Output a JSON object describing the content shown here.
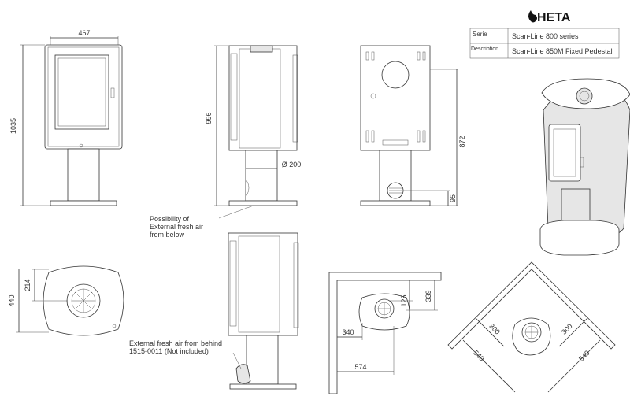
{
  "brand": {
    "name": "HETA"
  },
  "title_block": {
    "serie_label": "Serie",
    "serie_value": "Scan-Line 800 series",
    "description_label": "Description",
    "description_value": "Scan-Line 850M Fixed Pedestal"
  },
  "dimensions": {
    "width": "467",
    "height_total": "1035",
    "side_height": "996",
    "pipe_diameter": "Ø 200",
    "back_height": "872",
    "air_inlet_height": "95",
    "top_depth_half": "214",
    "top_depth": "440",
    "corner_back": "125",
    "corner_side": "339",
    "side_clear": "340",
    "front_clear": "574",
    "diag_a": "300",
    "diag_b": "300",
    "diag_c": "549",
    "diag_d": "549"
  },
  "notes": {
    "fresh_air_line1": "Possibility of",
    "fresh_air_line2": "External fresh air",
    "fresh_air_line3": "from below",
    "behind_line1": "External fresh air from behind",
    "behind_line2": "1515-0011 (Not included)"
  },
  "icons": {
    "logo": "flame-icon"
  }
}
